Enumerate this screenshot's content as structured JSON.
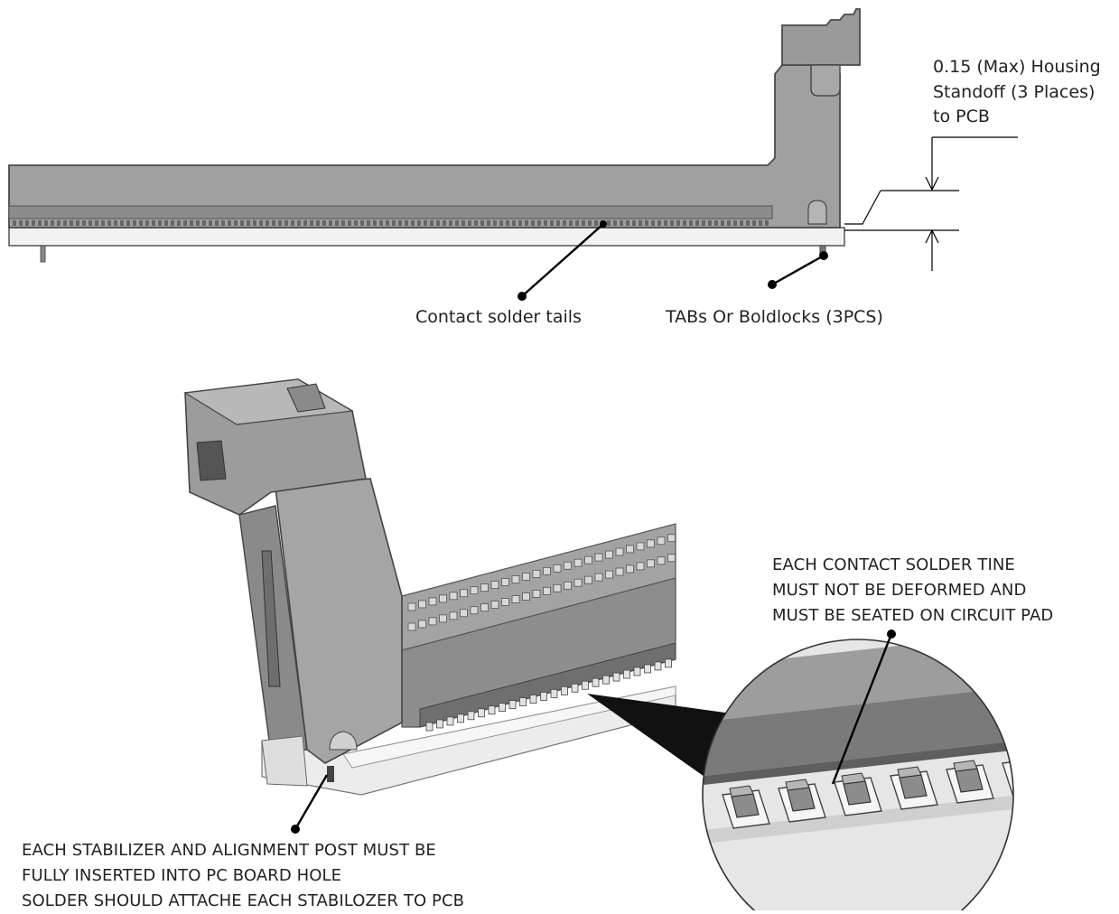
{
  "labels": {
    "standoff": {
      "line1": "0.15 (Max) Housing",
      "line2": "Standoff (3 Places)",
      "line3": "to PCB"
    },
    "contact_tails": "Contact solder tails",
    "tabs": "TABs Or Boldlocks (3PCS)",
    "tine": {
      "line1": "EACH CONTACT SOLDER TINE",
      "line2": "MUST NOT BE DEFORMED AND",
      "line3": "MUST BE SEATED ON CIRCUIT PAD"
    },
    "stabilizer": {
      "line1": "EACH STABILIZER AND ALIGNMENT POST MUST BE",
      "line2": "FULLY INSERTED INTO PC BOARD HOLE",
      "line3": "SOLDER SHOULD ATTACHE EACH STABILOZER TO PCB"
    }
  },
  "colors": {
    "housing": "#9a9a9a",
    "housing_dark": "#7f7f7f",
    "housing_light": "#b3b3b3",
    "pcb": "#ececec",
    "line": "#000000"
  }
}
